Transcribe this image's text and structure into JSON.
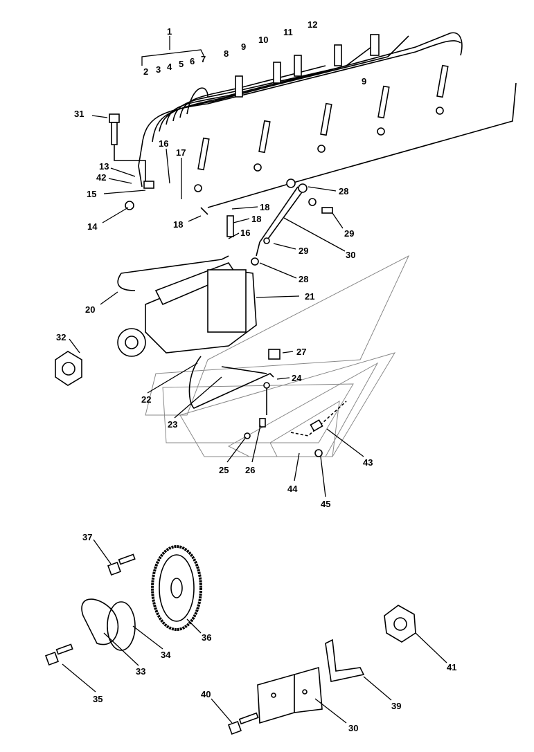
{
  "diagram": {
    "type": "exploded parts diagram",
    "callouts": {
      "c1": "1",
      "c2": "2",
      "c3": "3",
      "c4": "4",
      "c5": "5",
      "c6": "6",
      "c7": "7",
      "c8": "8",
      "c9a": "9",
      "c9b": "9",
      "c10": "10",
      "c11": "11",
      "c12": "12",
      "c13": "13",
      "c14": "14",
      "c15": "15",
      "c16a": "16",
      "c16b": "16",
      "c17": "17",
      "c18a": "18",
      "c18b": "18",
      "c18c": "18",
      "c20": "20",
      "c21": "21",
      "c22": "22",
      "c23": "23",
      "c24": "24",
      "c25": "25",
      "c26": "26",
      "c27": "27",
      "c28a": "28",
      "c28b": "28",
      "c29a": "29",
      "c29b": "29",
      "c30a": "30",
      "c30b": "30",
      "c31": "31",
      "c32": "32",
      "c33": "33",
      "c34": "34",
      "c35": "35",
      "c36": "36",
      "c37": "37",
      "c39": "39",
      "c40": "40",
      "c41": "41",
      "c42": "42",
      "c43": "43",
      "c44": "44",
      "c45": "45"
    }
  }
}
